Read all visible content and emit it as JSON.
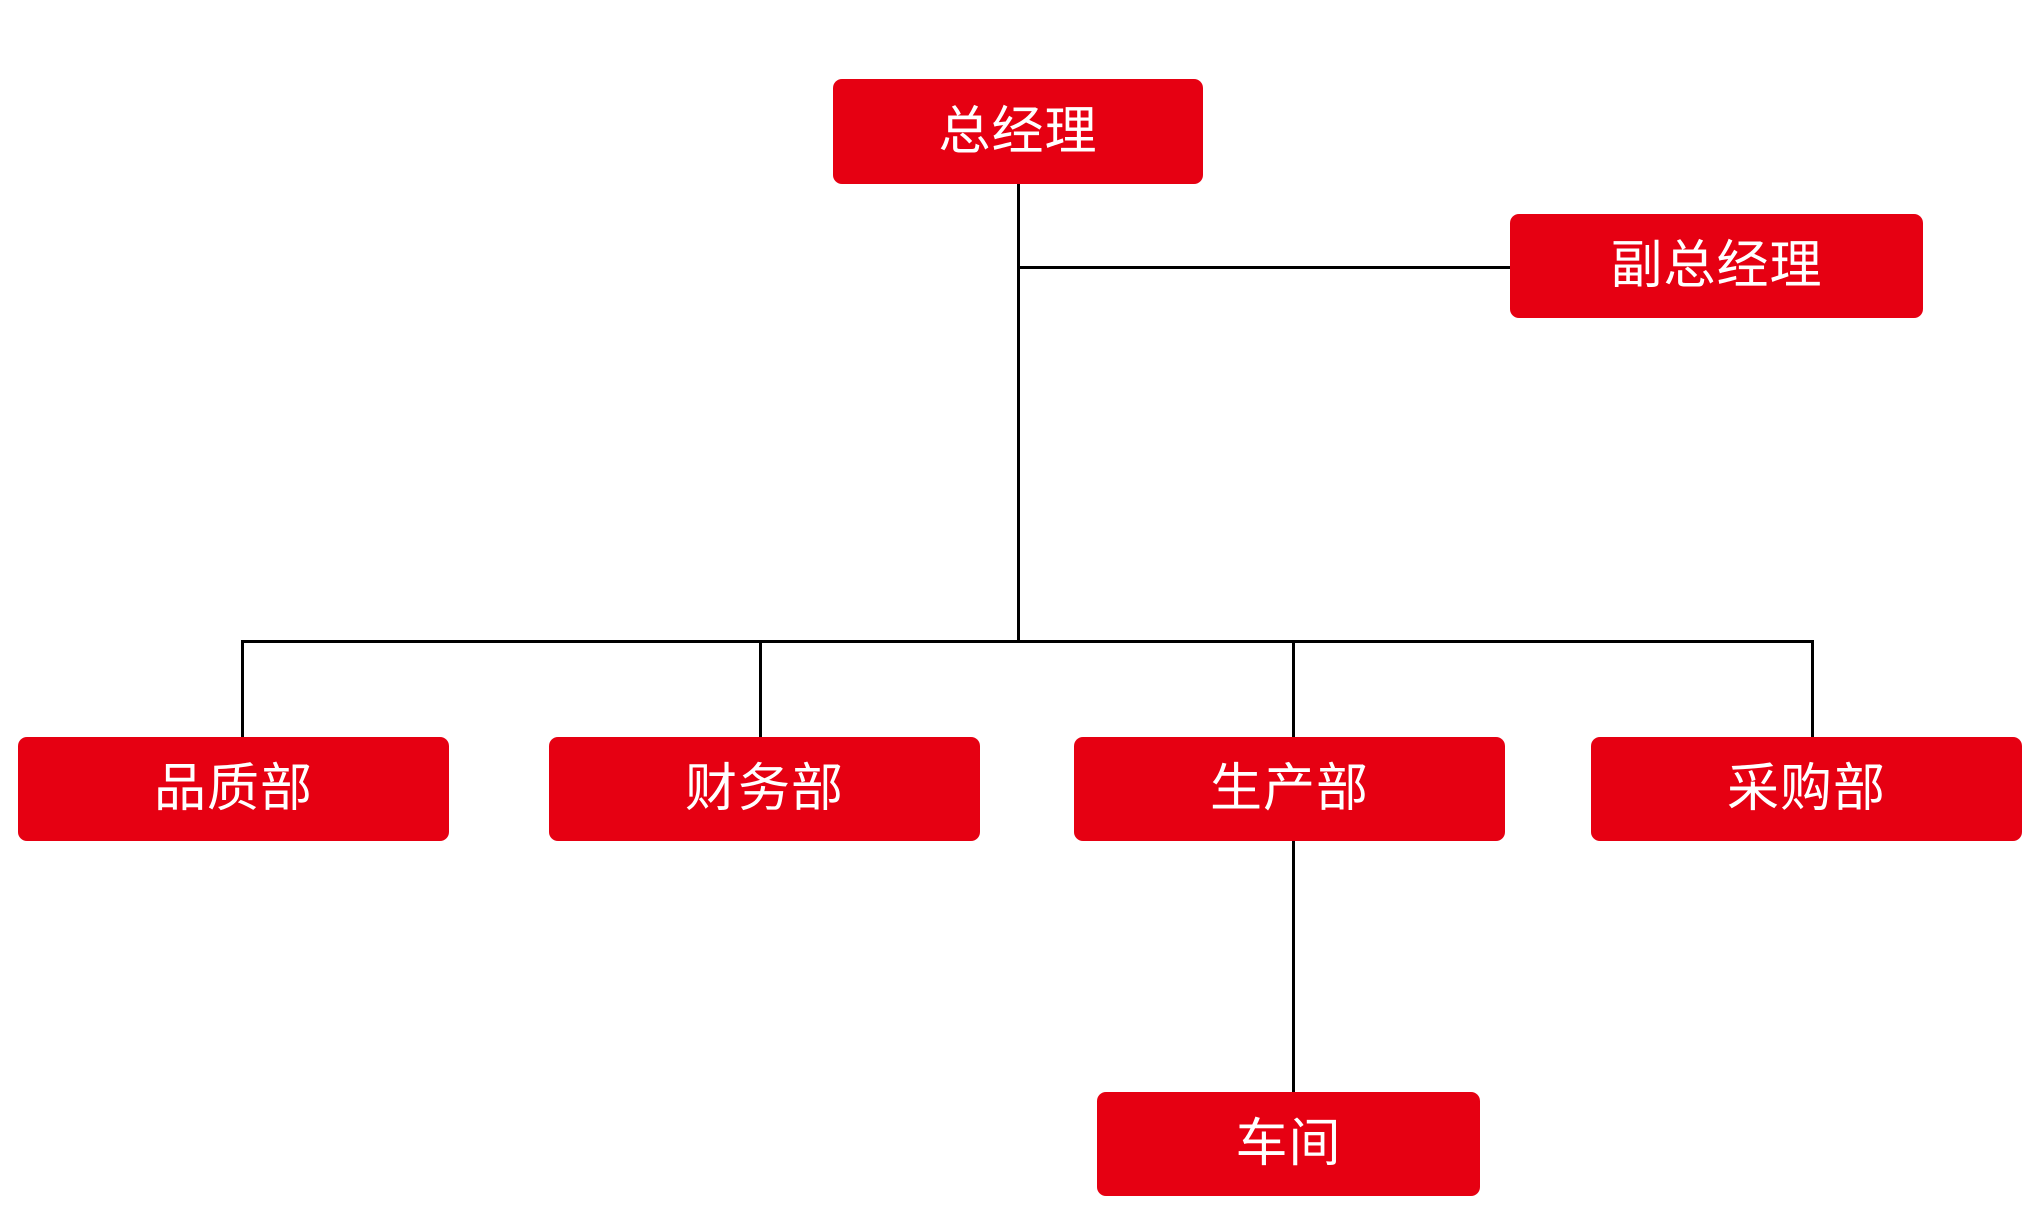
{
  "colors": {
    "box_fill": "#E60012",
    "box_text": "#FFFFFF",
    "connector": "#000000",
    "background": "#FFFFFF"
  },
  "org_chart": {
    "root": {
      "label": "总经理"
    },
    "deputy": {
      "label": "副总经理"
    },
    "departments": [
      {
        "label": "品质部"
      },
      {
        "label": "财务部"
      },
      {
        "label": "生产部"
      },
      {
        "label": "采购部"
      }
    ],
    "sub_units": [
      {
        "label": "车间",
        "parent": "生产部"
      }
    ]
  }
}
